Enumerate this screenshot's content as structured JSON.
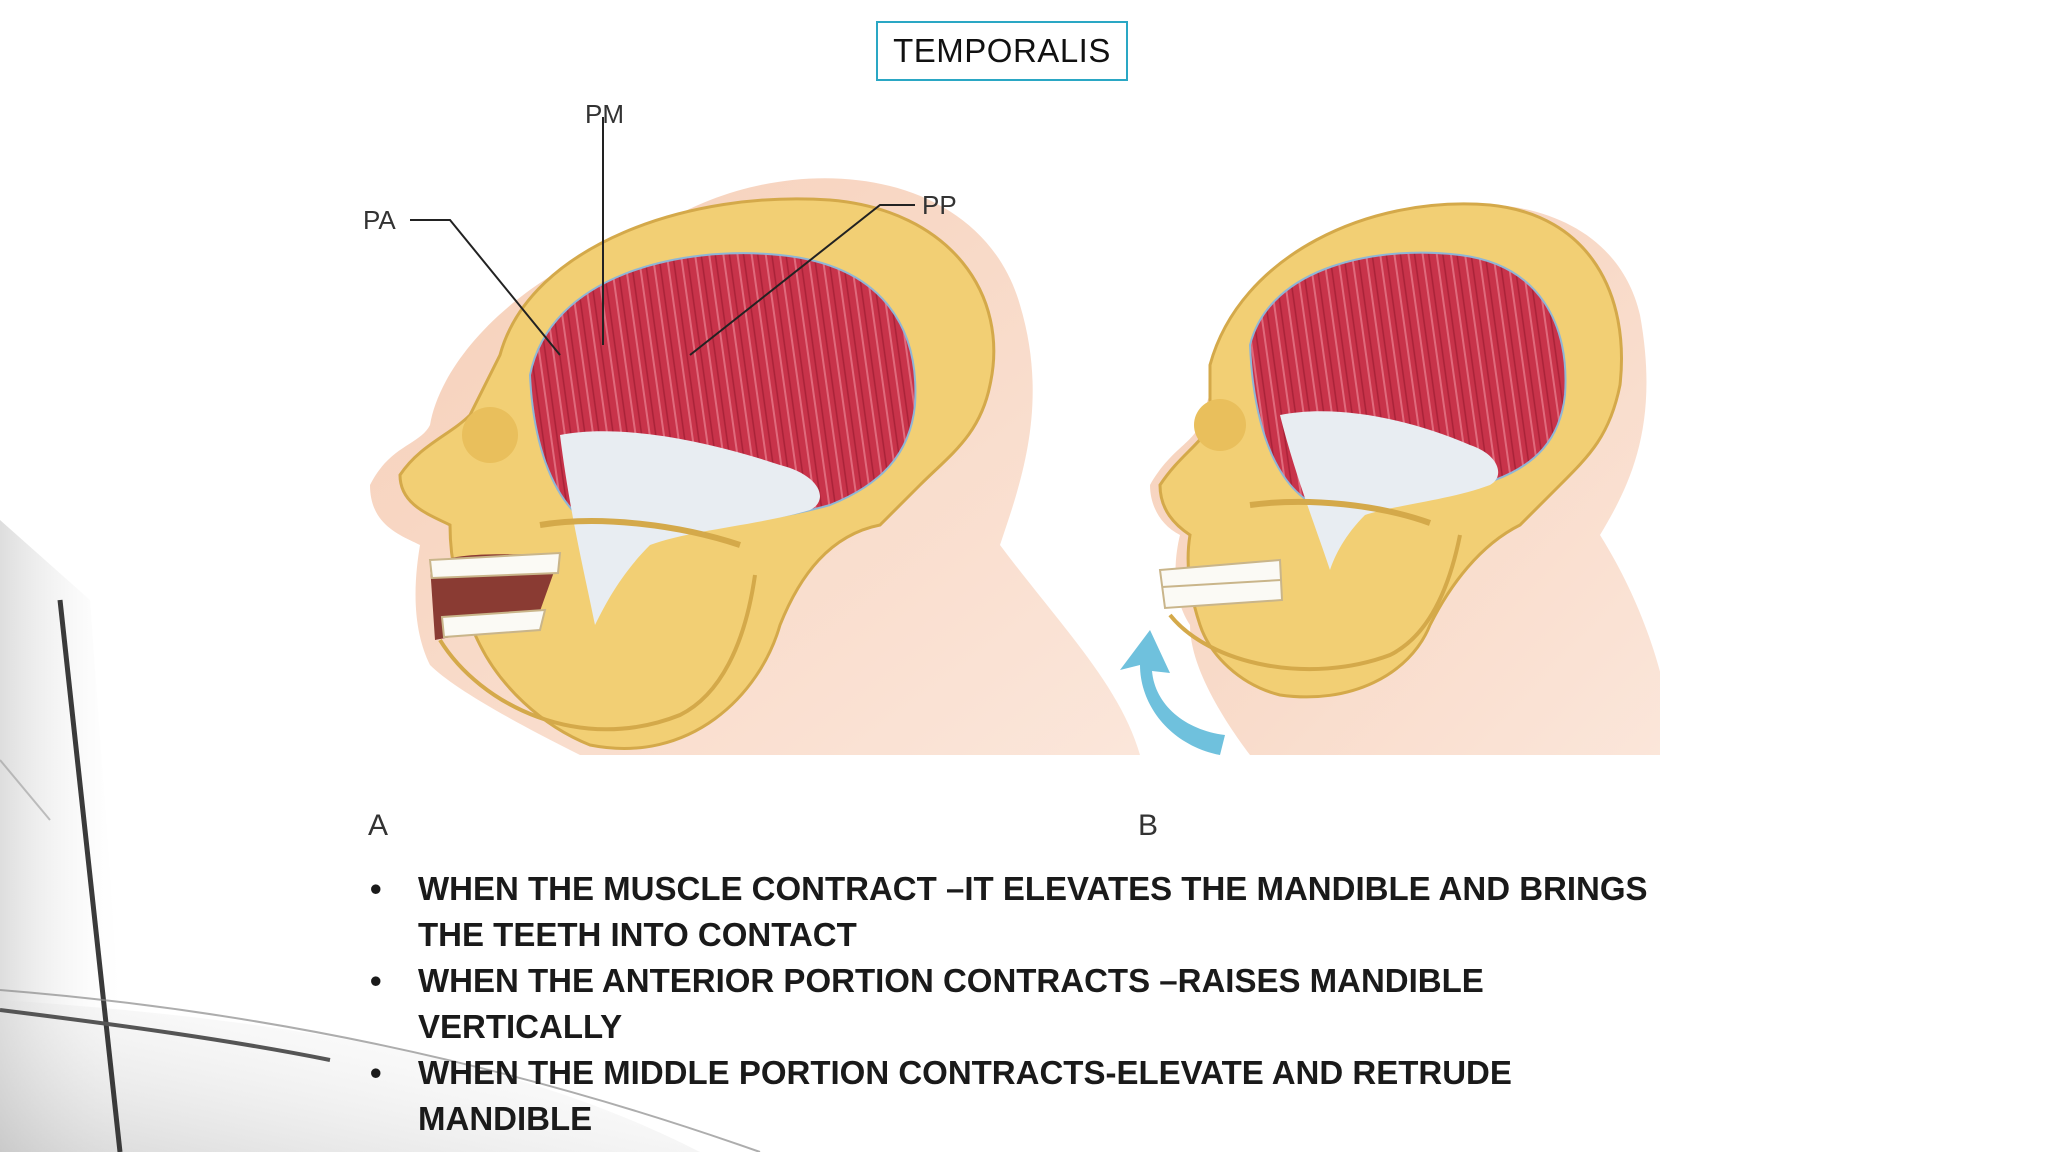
{
  "slide": {
    "title": "TEMPORALIS",
    "figure": {
      "label_pm": "PM",
      "label_pa": "PA",
      "label_pp": "PP",
      "label_a": "A",
      "label_b": "B"
    },
    "bullet_symbol": "•",
    "bullets": [
      {
        "line1": "WHEN THE MUSCLE CONTRACT –IT ELEVATES THE MANDIBLE AND BRINGS",
        "line2": "THE TEETH INTO CONTACT"
      },
      {
        "line1": "WHEN THE ANTERIOR PORTION CONTRACTS –RAISES MANDIBLE",
        "line2": "VERTICALLY"
      },
      {
        "line1": "WHEN THE  MIDDLE PORTION CONTRACTS-ELEVATE AND RETRUDE",
        "line2": "MANDIBLE"
      }
    ]
  },
  "colors": {
    "title_border": "#2aa7c4",
    "text": "#1a1a1a",
    "muscle_red": "#c8334a",
    "tendon": "#e8edf2",
    "bone": "#f2cf74",
    "skin": "#f4c1a4",
    "arrow": "#6fc1dd"
  }
}
